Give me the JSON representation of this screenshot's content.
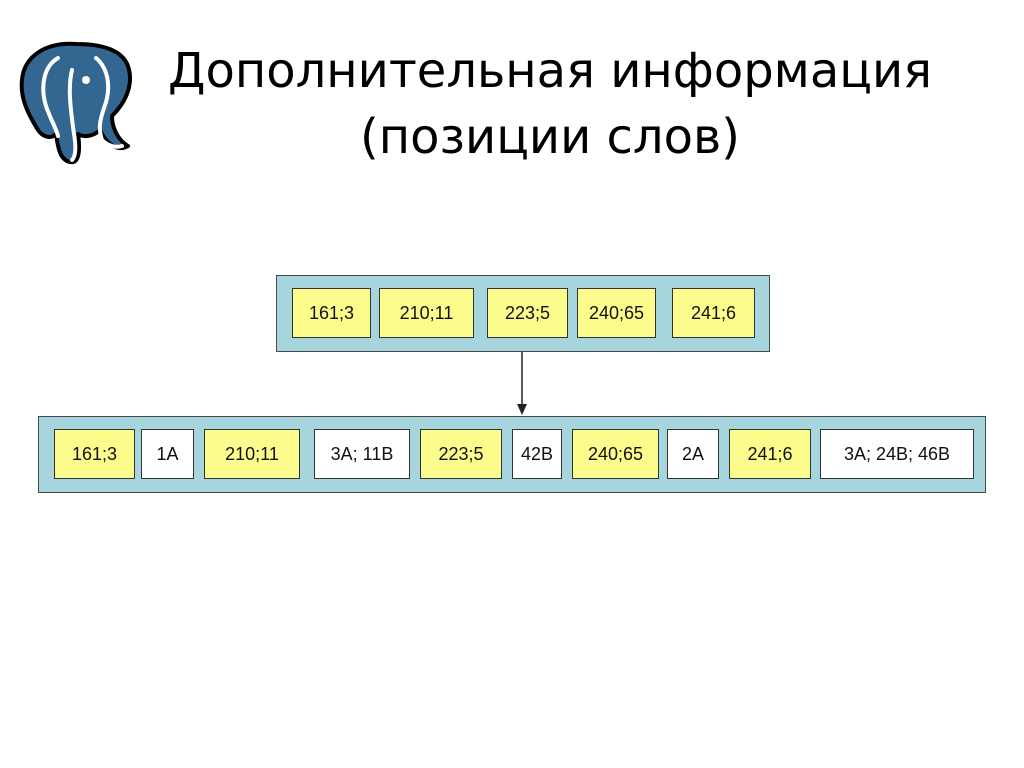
{
  "slide": {
    "title_line1": "Дополнительная информация",
    "title_line2": "(позиции слов)"
  },
  "logo": {
    "icon": "postgresql-elephant-icon",
    "color": "#336791"
  },
  "diagram": {
    "top_row": [
      {
        "text": "161;3",
        "kind": "key"
      },
      {
        "text": "210;11",
        "kind": "key"
      },
      {
        "text": "223;5",
        "kind": "key"
      },
      {
        "text": "240;65",
        "kind": "key"
      },
      {
        "text": "241;6",
        "kind": "key"
      }
    ],
    "bottom_row": [
      {
        "text": "161;3",
        "kind": "key"
      },
      {
        "text": "1A",
        "kind": "pos"
      },
      {
        "text": "210;11",
        "kind": "key"
      },
      {
        "text": "3A; 11B",
        "kind": "pos"
      },
      {
        "text": "223;5",
        "kind": "key"
      },
      {
        "text": "42B",
        "kind": "pos"
      },
      {
        "text": "240;65",
        "kind": "key"
      },
      {
        "text": "2A",
        "kind": "pos"
      },
      {
        "text": "241;6",
        "kind": "key"
      },
      {
        "text": "3A; 24B; 46B",
        "kind": "pos"
      }
    ],
    "colors": {
      "bar": "#a6d5de",
      "key_cell": "#fcfc8c",
      "position_cell": "#ffffff"
    }
  }
}
